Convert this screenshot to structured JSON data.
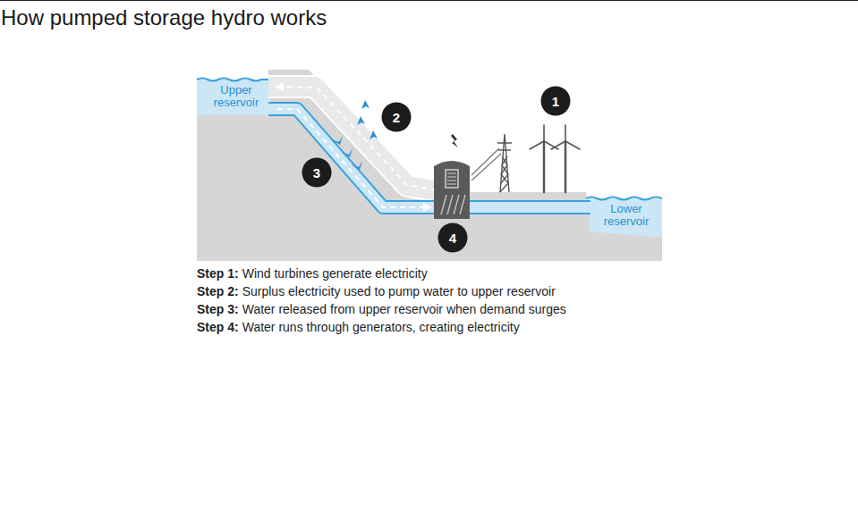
{
  "diagram": {
    "title": "How pumped storage hydro works",
    "nodes": [
      {
        "text": [
          "1"
        ]
      },
      {
        "text": [
          "2"
        ]
      },
      {
        "text": [
          "3"
        ]
      },
      {
        "text": [
          "4"
        ]
      }
    ],
    "labels": [
      "Upper reservoir",
      "Lower reservoir",
      "Step 1:",
      "Wind turbines generate electricity",
      "Step 2:",
      "Surplus electricity used to pump water to upper reservoir",
      "Step 3:",
      "Water released from upper reservoir when demand surges",
      "Step 4:",
      "Water runs through generators, creating electricity"
    ]
  }
}
